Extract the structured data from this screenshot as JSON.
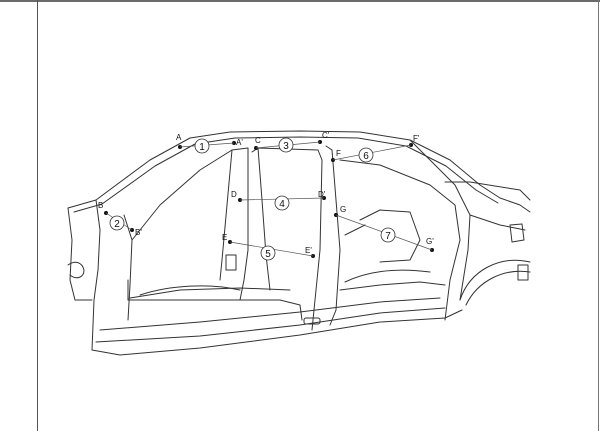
{
  "diagram": {
    "point_labels": {
      "A": "A",
      "A_prime": "A'",
      "B": "B",
      "B_prime": "B'",
      "C": "C",
      "C_prime": "C'",
      "D": "D",
      "D_prime": "D'",
      "E": "E",
      "E_prime": "E'",
      "F": "F",
      "F_prime": "F'",
      "G": "G",
      "G_prime": "G'"
    },
    "callouts": {
      "n1": "1",
      "n2": "2",
      "n3": "3",
      "n4": "4",
      "n5": "5",
      "n6": "6",
      "n7": "7"
    },
    "colors": {
      "line": "#333333",
      "point": "#111111",
      "background": "#ffffff"
    }
  }
}
